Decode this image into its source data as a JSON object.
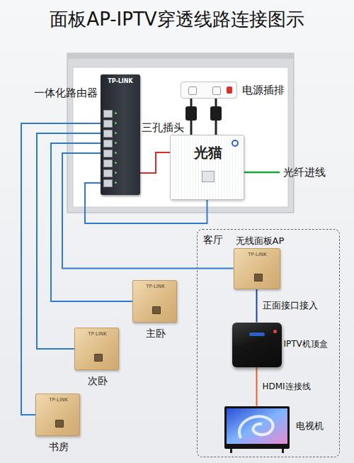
{
  "diagram": {
    "title": "面板AP-IPTV穿透线路连接图示",
    "nodes": [
      {
        "text": [
          "一体化路由器",
          "TP-LINK"
        ]
      },
      {
        "text": [
          "电源插排"
        ]
      },
      {
        "text": [
          "光猫"
        ]
      },
      {
        "text": [
          "客厅"
        ]
      },
      {
        "text": [
          "无线面板AP",
          "TP-LINK"
        ],
        "in": 3
      },
      {
        "text": [
          "IPTV机顶盒"
        ],
        "in": 3
      },
      {
        "text": [
          "电视机"
        ],
        "in": 3
      },
      {
        "text": [
          "TP-LINK",
          "主卧"
        ]
      },
      {
        "text": [
          "TP-LINK",
          "次卧"
        ]
      },
      {
        "text": [
          "TP-LINK",
          "书房"
        ]
      }
    ],
    "edges": [
      {
        "from": 0,
        "to": 9,
        "arrow": "none"
      },
      {
        "from": 0,
        "to": 8,
        "arrow": "none"
      },
      {
        "from": 0,
        "to": 7,
        "arrow": "none"
      },
      {
        "from": 0,
        "to": 4,
        "arrow": "none"
      },
      {
        "from": 0,
        "to": 2,
        "arrow": "none"
      },
      {
        "from": 0,
        "to": 2,
        "arrow": "none"
      },
      {
        "from": 4,
        "to": 5,
        "label": "正面接口接入",
        "arrow": "none"
      },
      {
        "from": 5,
        "to": 6,
        "label": "HDMI连接线",
        "arrow": "none"
      }
    ],
    "labels": [
      "三孔插头",
      "光纤进线"
    ]
  }
}
